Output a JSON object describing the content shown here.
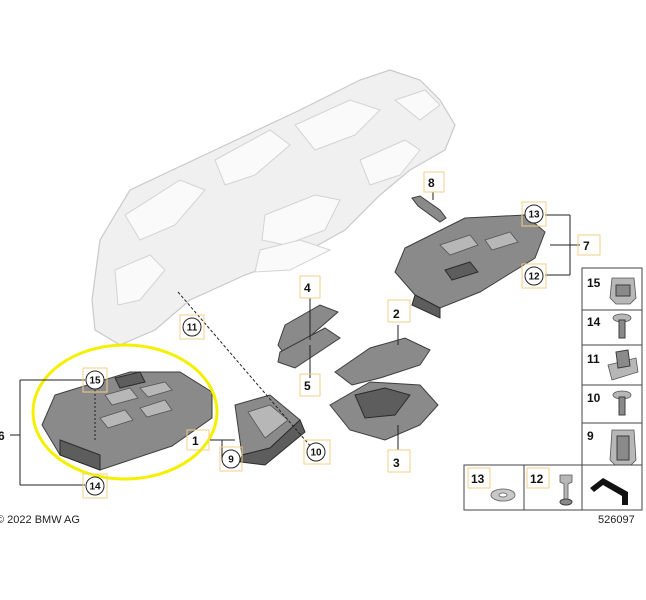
{
  "copyright": "© 2022 BMW AG",
  "diagram_number": "526097",
  "callouts": {
    "part_1": "1",
    "part_2": "2",
    "part_3": "3",
    "part_4": "4",
    "part_5": "5",
    "part_6": "6",
    "part_7": "7",
    "part_8": "8",
    "circle_9": "9",
    "circle_10": "10",
    "circle_11": "11",
    "circle_12": "12",
    "circle_13": "13",
    "circle_14": "14",
    "circle_15": "15"
  },
  "legend": {
    "vertical": [
      "15",
      "14",
      "11",
      "10",
      "9"
    ],
    "bottom": [
      "13",
      "12"
    ]
  },
  "highlight_color": "#f5f000"
}
